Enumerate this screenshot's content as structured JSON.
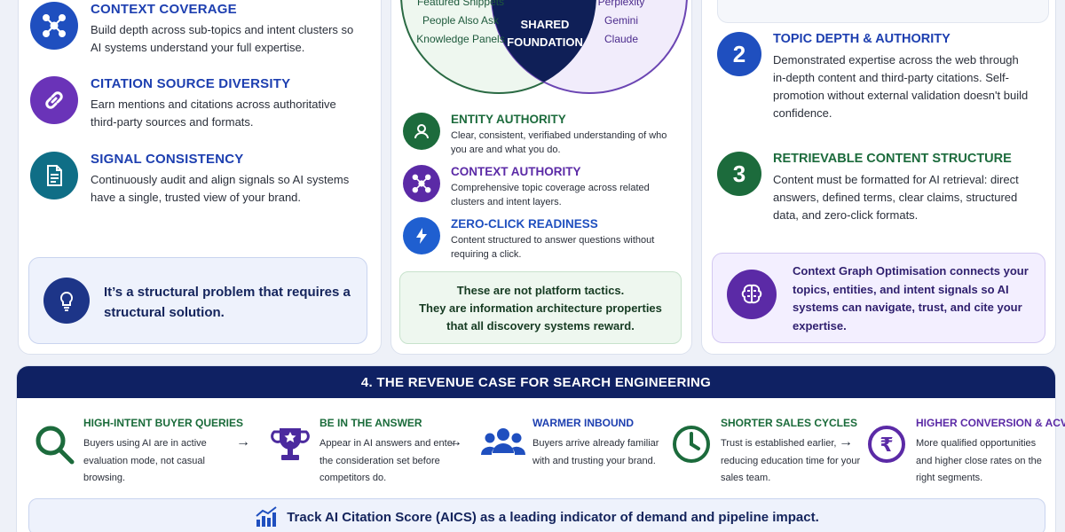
{
  "left": {
    "features": [
      {
        "title": "CONTEXT COVERAGE",
        "desc": "Build depth across sub-topics and intent clusters so AI systems understand your full expertise."
      },
      {
        "title": "CITATION SOURCE DIVERSITY",
        "desc": "Earn mentions and citations across authoritative third-party sources and formats."
      },
      {
        "title": "SIGNAL CONSISTENCY",
        "desc": "Continuously audit and align signals so AI systems have a single, trusted view of your brand."
      }
    ],
    "callout": "It’s a structural problem that requires a structural solution."
  },
  "venn": {
    "left_items": [
      "Featured Snippets",
      "People Also Ask",
      "Knowledge Panels"
    ],
    "right_items": [
      "Perplexity",
      "Gemini",
      "Claude"
    ],
    "center": [
      "SHARED",
      "FOUNDATION"
    ]
  },
  "middle": {
    "features": [
      {
        "title": "ENTITY AUTHORITY",
        "desc": "Clear, consistent, verifiabed understanding of who you are and what you do."
      },
      {
        "title": "CONTEXT AUTHORITY",
        "desc": "Comprehensive topic coverage across related clusters and intent layers."
      },
      {
        "title": "ZERO-CLICK READINESS",
        "desc": "Content structured to answer questions without requiring a click."
      }
    ],
    "note": [
      "These are not platform tactics.",
      "They are information architecture properties",
      "that all discovery systems reward."
    ]
  },
  "right": {
    "features": [
      {
        "num": "2",
        "title": "TOPIC DEPTH & AUTHORITY",
        "desc": "Demonstrated expertise across the web through in-depth content and third-party citations. Self-promotion without external validation doesn't build confidence."
      },
      {
        "num": "3",
        "title": "RETRIEVABLE CONTENT STRUCTURE",
        "desc": "Content must be formatted for AI retrieval: direct answers, defined terms, clear claims, structured data, and zero-click formats."
      }
    ],
    "callout": "Context Graph Optimisation connects your topics, entities, and intent signals so AI systems can navigate, trust, and cite your expertise."
  },
  "revenue": {
    "header": "4. THE REVENUE CASE FOR SEARCH ENGINEERING",
    "steps": [
      {
        "title": "HIGH-INTENT BUYER QUERIES",
        "desc": "Buyers using AI are in active evaluation mode, not casual browsing."
      },
      {
        "title": "BE IN THE ANSWER",
        "desc": "Appear in AI answers and enter the consideration set before competitors do."
      },
      {
        "title": "WARMER INBOUND",
        "desc": "Buyers arrive already familiar with and trusting your brand."
      },
      {
        "title": "SHORTER SALES CYCLES",
        "desc": "Trust is established earlier, reducing education time for your sales team."
      },
      {
        "title": "HIGHER CONVERSION & ACV",
        "desc": "More qualified opportunities and higher close rates on the right segments."
      }
    ],
    "arrow": "→",
    "rupee": "₹",
    "track": "Track AI Citation Score (AICS) as a leading indicator of demand and pipeline impact."
  },
  "colors": {
    "blue": "#1f4fbf",
    "purple": "#5b2aa6",
    "teal": "#0f6e86",
    "green": "#1c6b3c",
    "navy": "#0f2163"
  }
}
